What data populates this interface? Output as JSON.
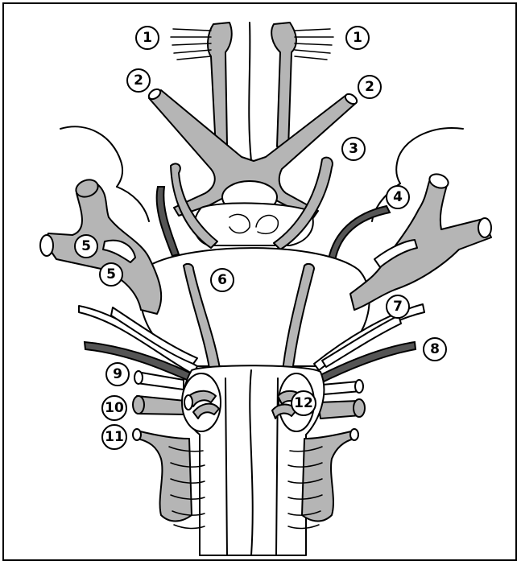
{
  "labels": {
    "l1a": "1",
    "l1b": "1",
    "l2a": "2",
    "l2b": "2",
    "l3": "3",
    "l4": "4",
    "l5a": "5",
    "l5b": "5",
    "l6": "6",
    "l7": "7",
    "l8": "8",
    "l9": "9",
    "l10": "10",
    "l11": "11",
    "l12": "12"
  },
  "colors": {
    "nerve_fill": "#b5b5b5",
    "dark_nerve": "#555555",
    "outline": "#000000",
    "background": "#ffffff"
  }
}
